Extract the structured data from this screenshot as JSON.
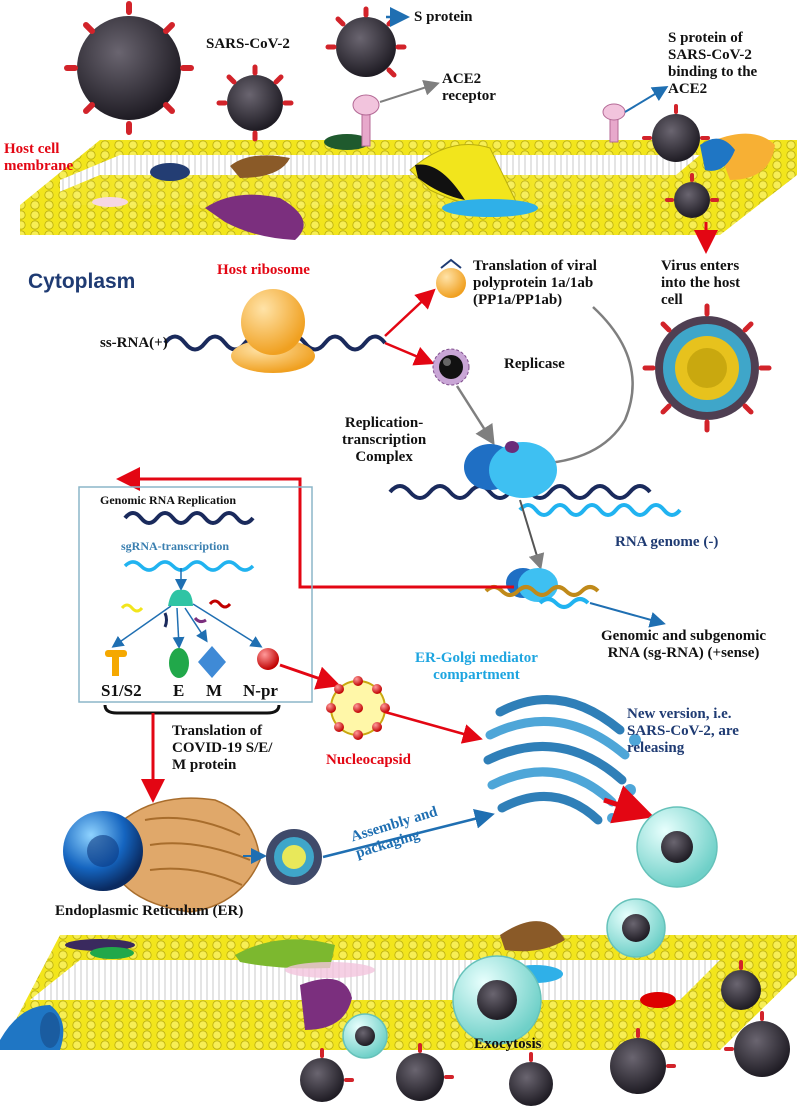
{
  "colors": {
    "membrane": "#f2e51c",
    "membrane_dark": "#c9bd12",
    "virus_body": "#3a3640",
    "spike": "#d2232a",
    "arrow_red": "#e30613",
    "arrow_gray": "#7f7f7f",
    "arrow_blue": "#1f6fb2",
    "rna_navy": "#1a2a5c",
    "rna_light": "#21b3f0",
    "ribosome": "#f5b83d",
    "complex_blue": "#1fa3e6",
    "golgi": "#4ea6d8",
    "vesicle": "#9fe4e0"
  },
  "labels": {
    "sars_cov2": "SARS-CoV-2",
    "s_protein": "S protein",
    "ace2_receptor": "ACE2\nreceptor",
    "s_protein_binding": "S protein of\nSARS-CoV-2\nbinding to the\nACE2",
    "host_cell_membrane": "Host cell\nmembrane",
    "cytoplasm": "Cytoplasm",
    "host_ribosome": "Host ribosome",
    "virus_enters": "Virus enters\ninto the host\ncell",
    "translation_viral": "Translation of viral\npolyprotein 1a/1ab\n(PP1a/PP1ab)",
    "ss_rna": "ss-RNA(+)",
    "replicase": "Replicase",
    "rtc": "Replication-\ntranscription\nComplex",
    "rna_genome_minus": "RNA genome (-)",
    "genomic_rna_replication": "Genomic RNA Replication",
    "sgrna_transcription": "sgRNA-transcription",
    "genomic_subgenomic": "Genomic and subgenomic\nRNA (sg-RNA) (+sense)",
    "s1s2": "S1/S2",
    "e": "E",
    "m": "M",
    "npr": "N-pr",
    "er_golgi": "ER-Golgi mediator\ncompartment",
    "nucleocapsid": "Nucleocapsid",
    "new_version": "New version, i.e.\nSARS-CoV-2, are\nreleasing",
    "translation_covid": "Translation of\nCOVID-19 S/E/\nM protein",
    "assembly": "Assembly and\npackaging",
    "er": "Endoplasmic Reticulum (ER)",
    "exocytosis": "Exocytosis"
  }
}
